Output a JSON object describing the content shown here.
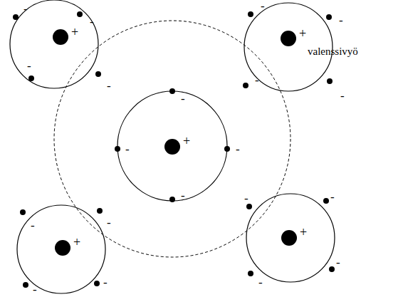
{
  "diagram": {
    "nodes": [
      {
        "text": [
          "+"
        ]
      },
      {
        "text": [
          "+"
        ]
      },
      {
        "text": [
          "+"
        ]
      },
      {
        "text": [
          "+"
        ]
      },
      {
        "text": [
          "+"
        ]
      }
    ],
    "labels": [
      "valenssivyö",
      "-",
      "-",
      "-",
      "-",
      "-",
      "-",
      "-",
      "-",
      "-",
      "-",
      "-",
      "-",
      "-",
      "-",
      "-",
      "-",
      "-",
      "-",
      "-",
      "-"
    ]
  }
}
